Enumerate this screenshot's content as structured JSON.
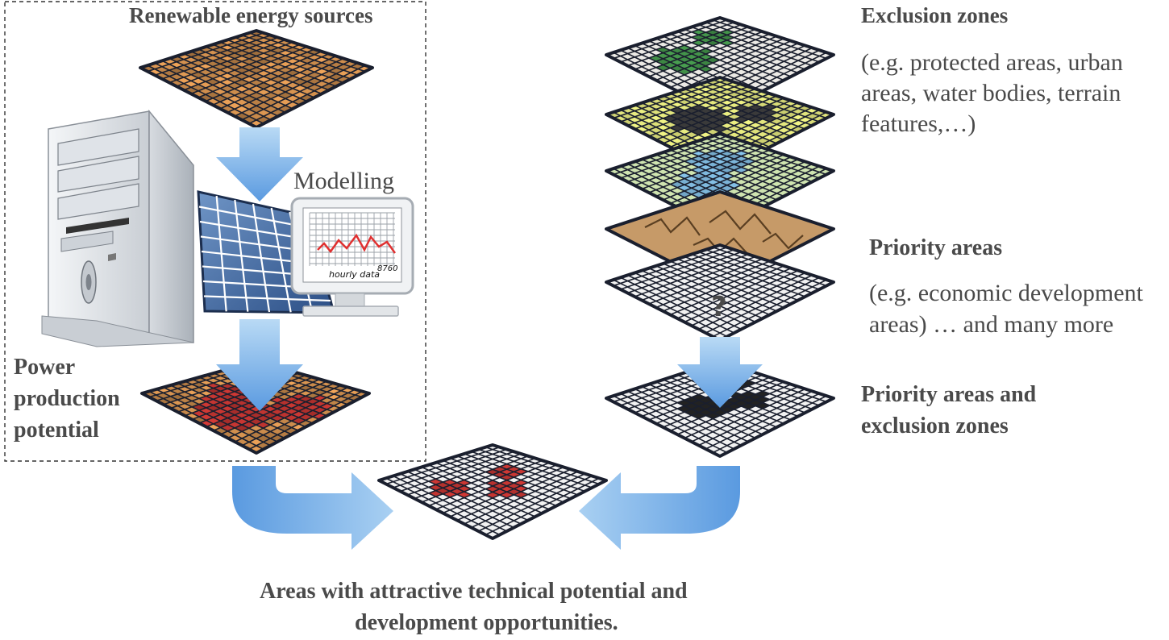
{
  "labels": {
    "renewable_sources": "Renewable energy sources",
    "modelling": "Modelling",
    "power_line1": "Power",
    "power_line2": "production",
    "power_line3": "potential",
    "exclusion_title": "Exclusion zones",
    "exclusion_desc_1": "(e.g. protected areas, urban",
    "exclusion_desc_2": "areas, water bodies, terrain",
    "exclusion_desc_3": "features,…)",
    "priority_title": "Priority areas",
    "priority_desc_1": "(e.g. economic development",
    "priority_desc_2": "areas) … and many more",
    "combined_1": "Priority areas and",
    "combined_2": "exclusion zones",
    "result_1": "Areas with attractive technical potential and",
    "result_2": "development opportunities.",
    "monitor_caption": "hourly data",
    "monitor_number": "8760",
    "question_mark": "?"
  },
  "colors": {
    "text": "#4a4a4a",
    "arrow_light": "#a9d0f2",
    "arrow_dark": "#5b9be0",
    "grid_dark": "#1a1f2e",
    "cell_orange": "#c98a4b",
    "cell_red": "#b8322e",
    "cell_green": "#3f8a45",
    "cell_yellow": "#dde07a",
    "cell_blue": "#7bb3d6",
    "cell_terrain": "#c69a68",
    "cell_black": "#222222"
  }
}
